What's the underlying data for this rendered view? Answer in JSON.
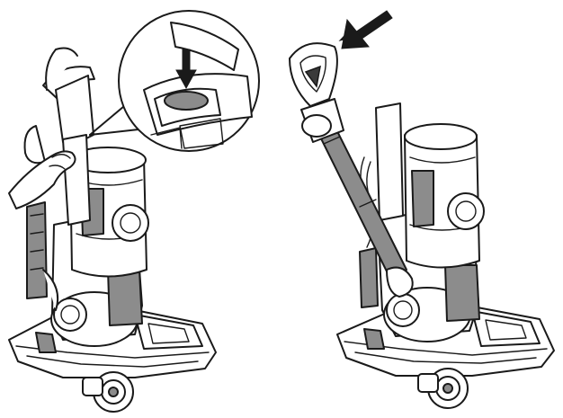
{
  "figure": {
    "panels": [
      {
        "id": "left",
        "description_key": "release-handle"
      },
      {
        "id": "right",
        "description_key": "extend-hose-wand"
      }
    ],
    "colors": {
      "line": "#1a1a1a",
      "fill": "#ffffff",
      "shade": "#8c8c8c",
      "dark": "#3a3a3a"
    },
    "icons": [
      "press-down-arrow-icon",
      "pull-direction-arrow-icon",
      "magnifier-callout-icon"
    ]
  }
}
